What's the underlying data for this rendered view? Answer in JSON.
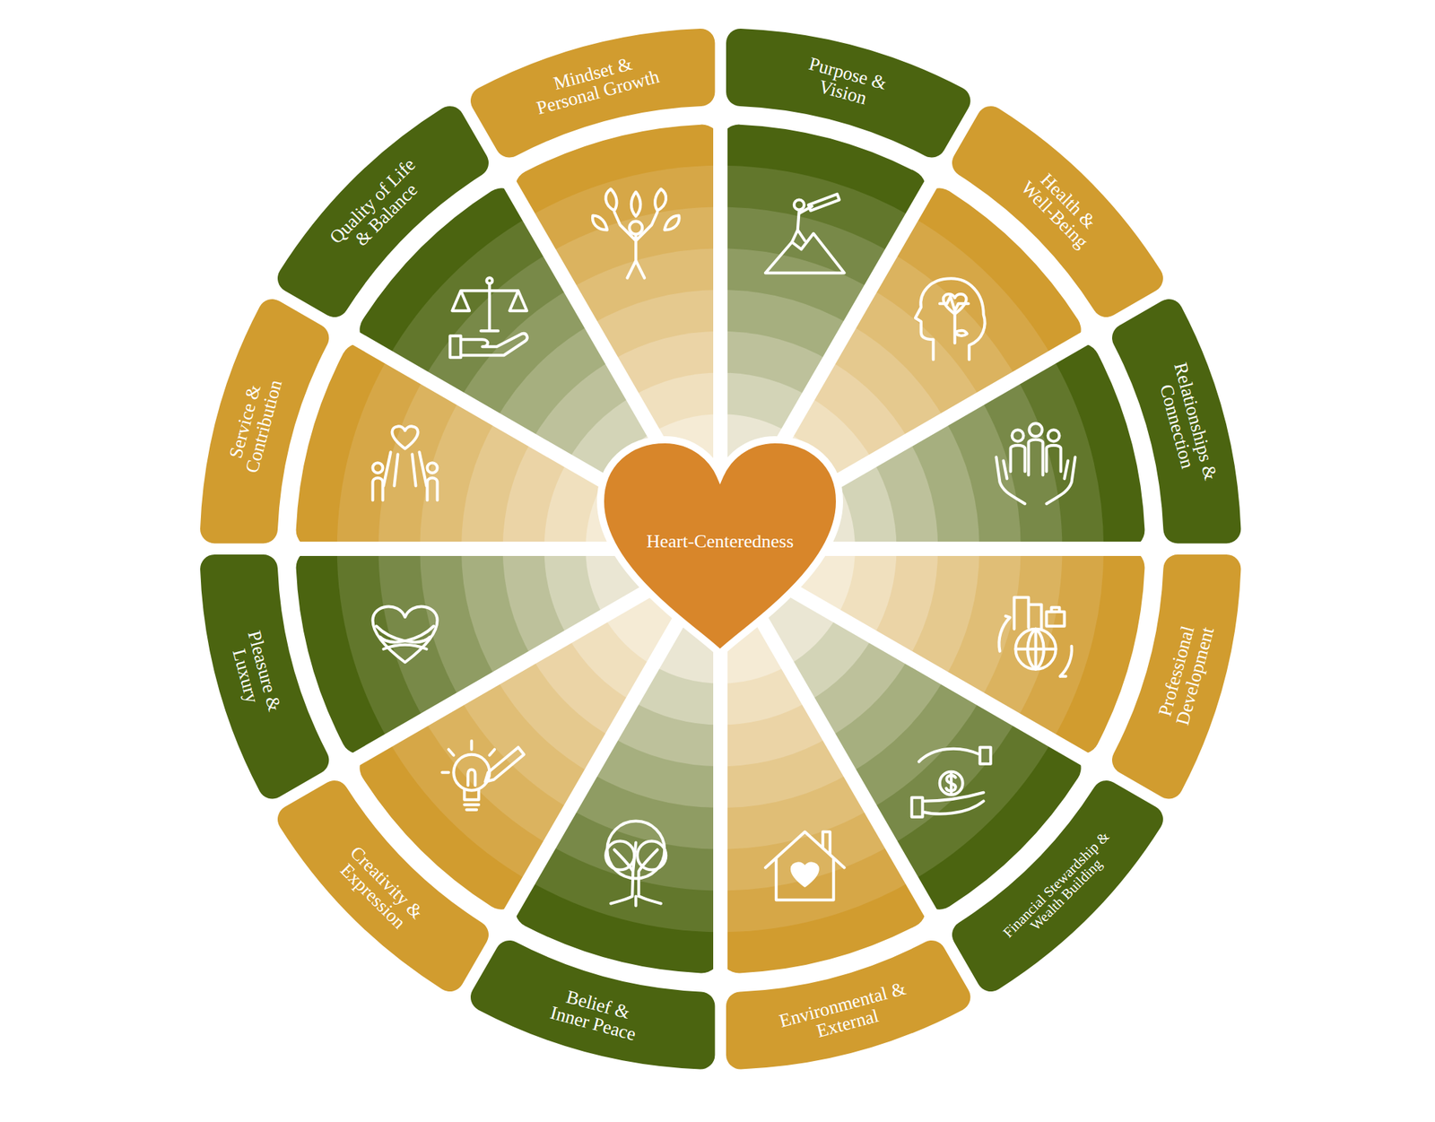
{
  "diagram": {
    "nodes": [
      {
        "text": [
          "Heart-Centeredness"
        ]
      },
      {
        "text": [
          "Mindset & Personal Growth"
        ]
      },
      {
        "text": [
          "Purpose & Vision"
        ]
      },
      {
        "text": [
          "Health & Well-Being"
        ]
      },
      {
        "text": [
          "Relationships & Connection"
        ]
      },
      {
        "text": [
          "Professional Development"
        ]
      },
      {
        "text": [
          "Financial Stewardship & Wealth Building"
        ]
      },
      {
        "text": [
          "Environmental & External"
        ]
      },
      {
        "text": [
          "Belief & Inner Peace"
        ]
      },
      {
        "text": [
          "Creativity & Expression"
        ]
      },
      {
        "text": [
          "Pleasure & Luxury"
        ]
      },
      {
        "text": [
          "Service & Contribution"
        ]
      },
      {
        "text": [
          "Quality of Life & Balance"
        ]
      }
    ]
  }
}
